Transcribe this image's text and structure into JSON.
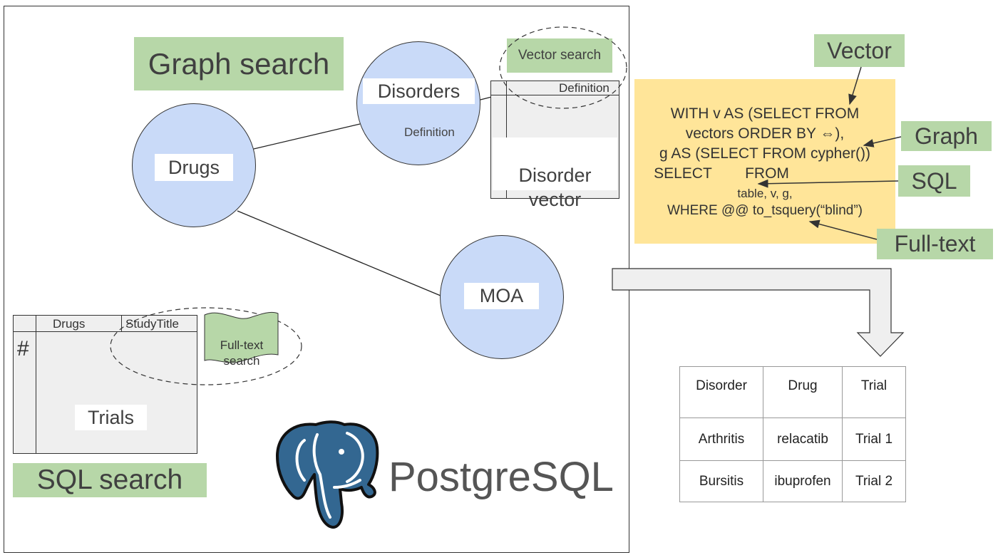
{
  "graph_search_label": "Graph search",
  "sql_search_label": "SQL search",
  "vector_search_label": "Vector search",
  "fulltext_search_label": "Full-text\nsearch",
  "nodes": {
    "drugs": "Drugs",
    "disorders": "Disorders",
    "disorders_sub": "Definition",
    "moa": "MOA"
  },
  "disorder_table": {
    "header": "Definition",
    "title": "Disorder\nvector"
  },
  "trials_table": {
    "row_marker": "#",
    "col1": "Drugs",
    "col2": "StudyTitle",
    "title": "Trials"
  },
  "postgres_label": "PostgreSQL",
  "query": {
    "lines": [
      "WITH v AS (SELECT FROM",
      "vectors ORDER BY ⇔),",
      "g AS (SELECT FROM cypher())",
      "SELECT        FROM",
      "table, v, g,",
      "WHERE @@ to_tsquery(“blind”)"
    ]
  },
  "callouts": {
    "vector": "Vector",
    "graph": "Graph",
    "sql": "SQL",
    "fulltext": "Full-text"
  },
  "results": {
    "headers": [
      "Disorder",
      "Drug",
      "Trial"
    ],
    "rows": [
      [
        "Arthritis",
        "relacatib",
        "Trial 1"
      ],
      [
        "Bursitis",
        "ibuprofen",
        "Trial 2"
      ]
    ]
  },
  "colors": {
    "node_fill": "#c9daf8",
    "label_green": "#b7d7a8",
    "query_fill": "#ffe599",
    "table_fill": "#efefef",
    "postgres_blue": "#336791"
  }
}
